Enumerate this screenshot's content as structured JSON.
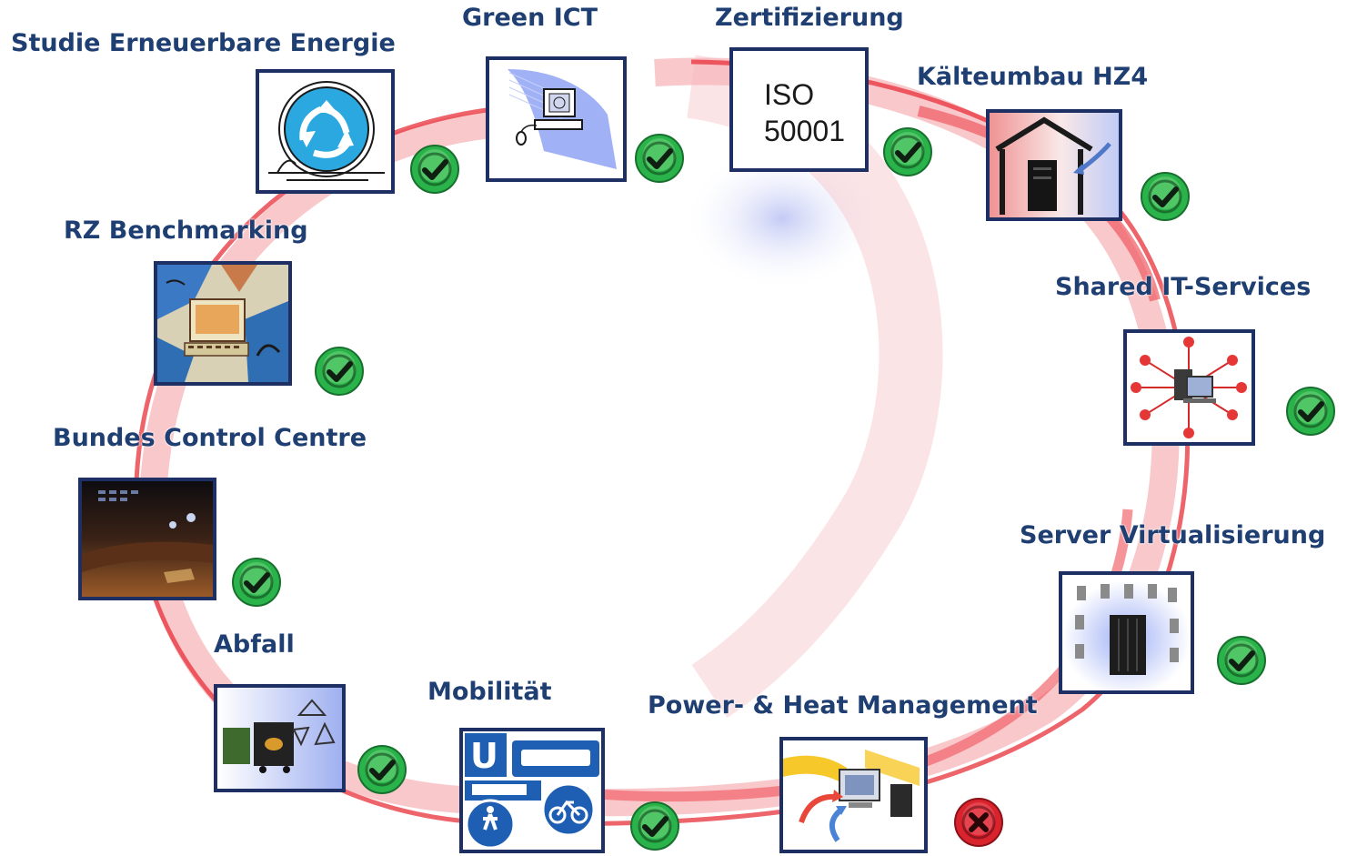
{
  "items": [
    {
      "id": "studie",
      "label": "Studie  Erneuerbare  Energie",
      "icon": "recycling-icon",
      "status": "done"
    },
    {
      "id": "green-ict",
      "label": "Green ICT",
      "icon": "computer-icon",
      "status": "done"
    },
    {
      "id": "zertifizierung",
      "label": "Zertifizierung",
      "icon": "iso-icon",
      "iso_line1": "ISO",
      "iso_line2": "50001",
      "status": "done"
    },
    {
      "id": "kaelteumbau",
      "label": "Kälteumbau HZ4",
      "icon": "server-house-icon",
      "status": "done"
    },
    {
      "id": "shared-it",
      "label": "Shared  IT-Services",
      "icon": "network-hub-icon",
      "status": "done"
    },
    {
      "id": "server-virt",
      "label": "Server  Virtualisierung",
      "icon": "server-cluster-icon",
      "status": "done"
    },
    {
      "id": "power-heat",
      "label": "Power-  & Heat Management",
      "icon": "heat-flow-icon",
      "status": "not-done"
    },
    {
      "id": "mobilitaet",
      "label": "Mobilität",
      "icon": "transport-signs-icon",
      "status": "done"
    },
    {
      "id": "abfall",
      "label": "Abfall",
      "icon": "waste-container-icon",
      "status": "done"
    },
    {
      "id": "bcc",
      "label": "Bundes  Control  Centre",
      "icon": "control-room-icon",
      "status": "done"
    },
    {
      "id": "rz-bench",
      "label": "RZ Benchmarking",
      "icon": "benchmark-artwork-icon",
      "status": "done"
    }
  ],
  "colors": {
    "label": "#1f3f73",
    "tile_border": "#1d2f63",
    "ring": "#e8303a",
    "check_green": "#22b14c",
    "cross_red": "#d9232d"
  }
}
